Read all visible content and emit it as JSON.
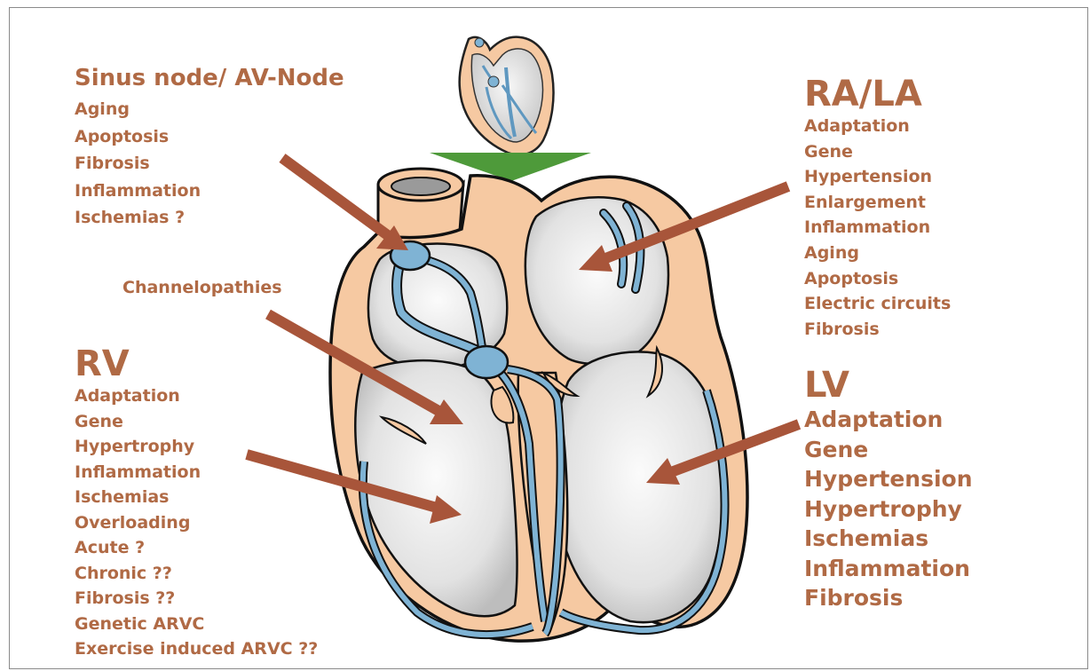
{
  "labels": {
    "sinus_node": {
      "title": "Sinus node/ AV-Node",
      "items": [
        "Aging",
        "Apoptosis",
        "Fibrosis",
        "Inflammation",
        "Ischemias ?"
      ]
    },
    "channelopathies": {
      "title": "Channelopathies"
    },
    "rv": {
      "title": "RV",
      "items": [
        "Adaptation",
        "Gene",
        "Hypertrophy",
        "Inflammation",
        "Ischemias",
        "Overloading",
        "Acute ?",
        "Chronic ??",
        "Fibrosis ??",
        "Genetic ARVC",
        "Exercise induced ARVC ??"
      ]
    },
    "ra_la": {
      "title": "RA/LA",
      "items": [
        "Adaptation",
        "Gene",
        "Hypertension",
        "Enlargement",
        "Inflammation",
        "Aging",
        "Apoptosis",
        "Electric circuits",
        "Fibrosis"
      ]
    },
    "lv": {
      "title": "LV",
      "items": [
        "Adaptation",
        "Gene",
        "Hypertension",
        "Hypertrophy",
        "Ischemias",
        "Inflammation",
        "Fibrosis"
      ]
    }
  },
  "colors": {
    "label_text": "#b06a45",
    "arrow": "#a8553a",
    "heart_wall": "#f6c9a2",
    "conduction": "#7fb3d4",
    "chamber": "#dcdcdc",
    "down_arrow": "#4e9a3a"
  }
}
